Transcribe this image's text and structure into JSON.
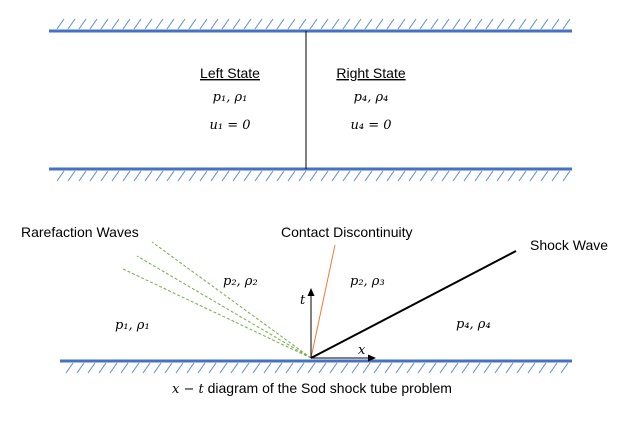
{
  "colors": {
    "wall": "#4472C4",
    "hatch": "#5B8BD0",
    "rarefaction": "#70AD47",
    "contact": "#ED7D31",
    "shock": "#000000"
  },
  "tube": {
    "left_state": {
      "title": "Left State",
      "pressure_density": "p₁, ρ₁",
      "velocity": "u₁ = 0"
    },
    "right_state": {
      "title": "Right State",
      "pressure_density": "p₄, ρ₄",
      "velocity": "u₄ = 0"
    }
  },
  "xt_diagram": {
    "rarefaction_label": "Rarefaction Waves",
    "contact_label": "Contact Discontinuity",
    "shock_label": "Shock Wave",
    "region_1": "p₁, ρ₁",
    "region_2": "p₂, ρ₂",
    "region_3": "p₂, ρ₃",
    "region_4": "p₄, ρ₄",
    "t_axis": "t",
    "x_axis": "x",
    "caption_math": "x − t",
    "caption_text": " diagram of the Sod shock tube problem"
  }
}
